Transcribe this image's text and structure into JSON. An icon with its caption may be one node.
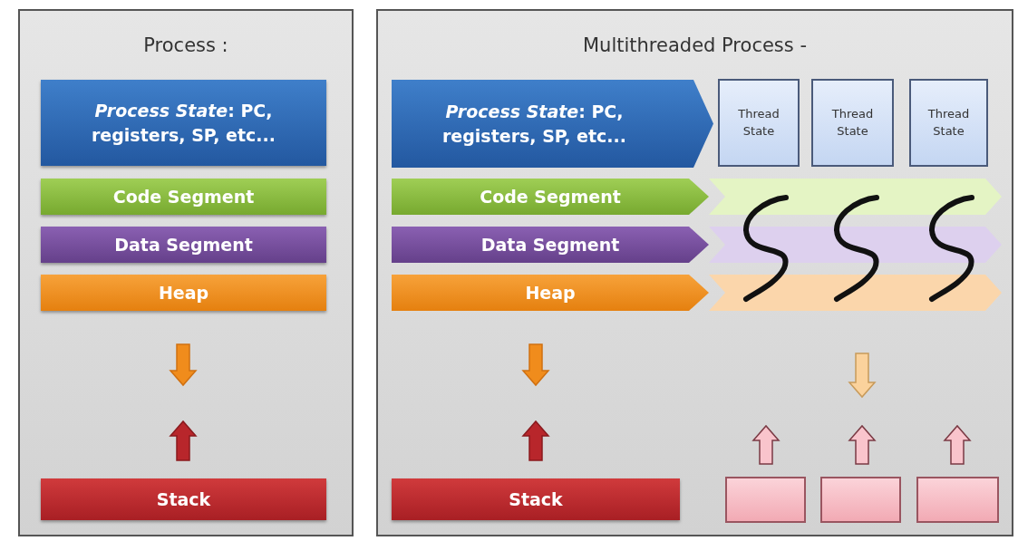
{
  "diagram": {
    "nodes": [
      {
        "text": [
          "Process :"
        ]
      },
      {
        "text": [
          "*Process State*: PC, registers, SP, etc..."
        ],
        "in": 0
      },
      {
        "text": [
          "Code Segment"
        ],
        "in": 0
      },
      {
        "text": [
          "Data Segment"
        ],
        "in": 0
      },
      {
        "text": [
          "Heap"
        ],
        "in": 0
      },
      {
        "text": [
          "Stack"
        ],
        "in": 0
      },
      {
        "text": [
          "Multithreaded Process -"
        ]
      },
      {
        "text": [
          "*Process State*: PC, registers, SP, etc..."
        ],
        "in": 6
      },
      {
        "text": [
          "Thread State"
        ],
        "in": 6
      },
      {
        "text": [
          "Thread State"
        ],
        "in": 6
      },
      {
        "text": [
          "Thread State"
        ],
        "in": 6
      },
      {
        "text": [
          "Code Segment"
        ],
        "in": 6
      },
      {
        "text": [
          "Data Segment"
        ],
        "in": 6
      },
      {
        "text": [
          "Heap"
        ],
        "in": 6
      },
      {
        "text": [],
        "shape": "chevron",
        "in": 6
      },
      {
        "text": [],
        "shape": "chevron",
        "in": 6
      },
      {
        "text": [],
        "shape": "chevron",
        "in": 6
      },
      {
        "text": [
          "Stack"
        ],
        "in": 6
      },
      {
        "text": [],
        "shape": "box",
        "in": 6
      },
      {
        "text": [],
        "shape": "box",
        "in": 6
      },
      {
        "text": [],
        "shape": "box",
        "in": 6
      }
    ]
  }
}
